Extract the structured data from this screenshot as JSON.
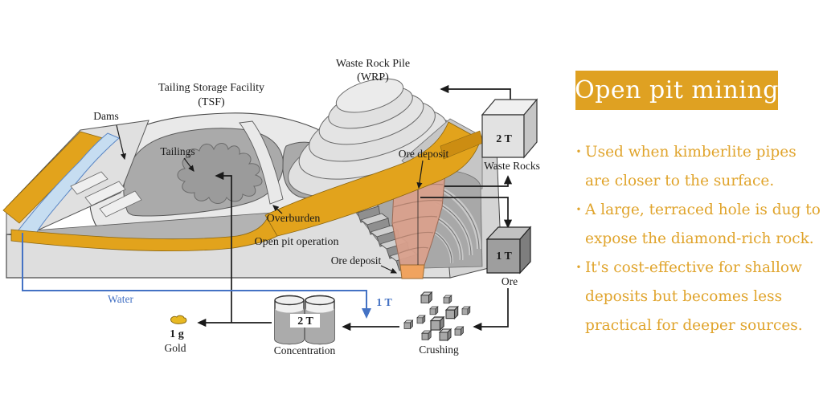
{
  "panel": {
    "title": "Open pit mining",
    "bullet_char": "·",
    "bullets": [
      {
        "lines": [
          "Used when kimberlite pipes",
          "are closer to the surface."
        ]
      },
      {
        "lines": [
          "A large, terraced hole is dug to",
          "expose the diamond-rich rock."
        ]
      },
      {
        "lines": [
          "It's cost-effective for shallow",
          "deposits but becomes less",
          "practical for deeper sources."
        ]
      }
    ],
    "colors": {
      "banner_bg": "#DFA122",
      "banner_text": "#FFFFFF",
      "bullet_text": "#E0A42C"
    }
  },
  "diagram": {
    "labels": {
      "wrp_line1": "Waste Rock Pile",
      "wrp_line2": "(WRP)",
      "tsf_line1": "Tailing Storage Facility",
      "tsf_line2": "(TSF)",
      "dams": "Dams",
      "tailings": "Tailings",
      "ore_deposit_upper": "Ore deposit",
      "overburden": "Overburden",
      "open_pit": "Open pit operation",
      "ore_deposit_lower": "Ore deposit",
      "water": "Water"
    },
    "flows": {
      "waste_rocks": {
        "value": "2 T",
        "label": "Waste Rocks"
      },
      "ore": {
        "value": "1 T",
        "label": "Ore"
      },
      "water_input": {
        "value": "1 T"
      },
      "concentration": {
        "value": "2 T",
        "label": "Concentration"
      },
      "crushing": {
        "label": "Crushing"
      },
      "gold": {
        "value": "1 g",
        "label": "Gold"
      }
    },
    "colors": {
      "overburden_orange": "#E2A31C",
      "ore_deposit_salmon": "#D9A08C",
      "ore_deposit_bottom": "#F0A35F",
      "water_blue": "#4472C4",
      "stream_blue": "#C6DDF1",
      "gold_nugget": "#E8B923"
    }
  }
}
